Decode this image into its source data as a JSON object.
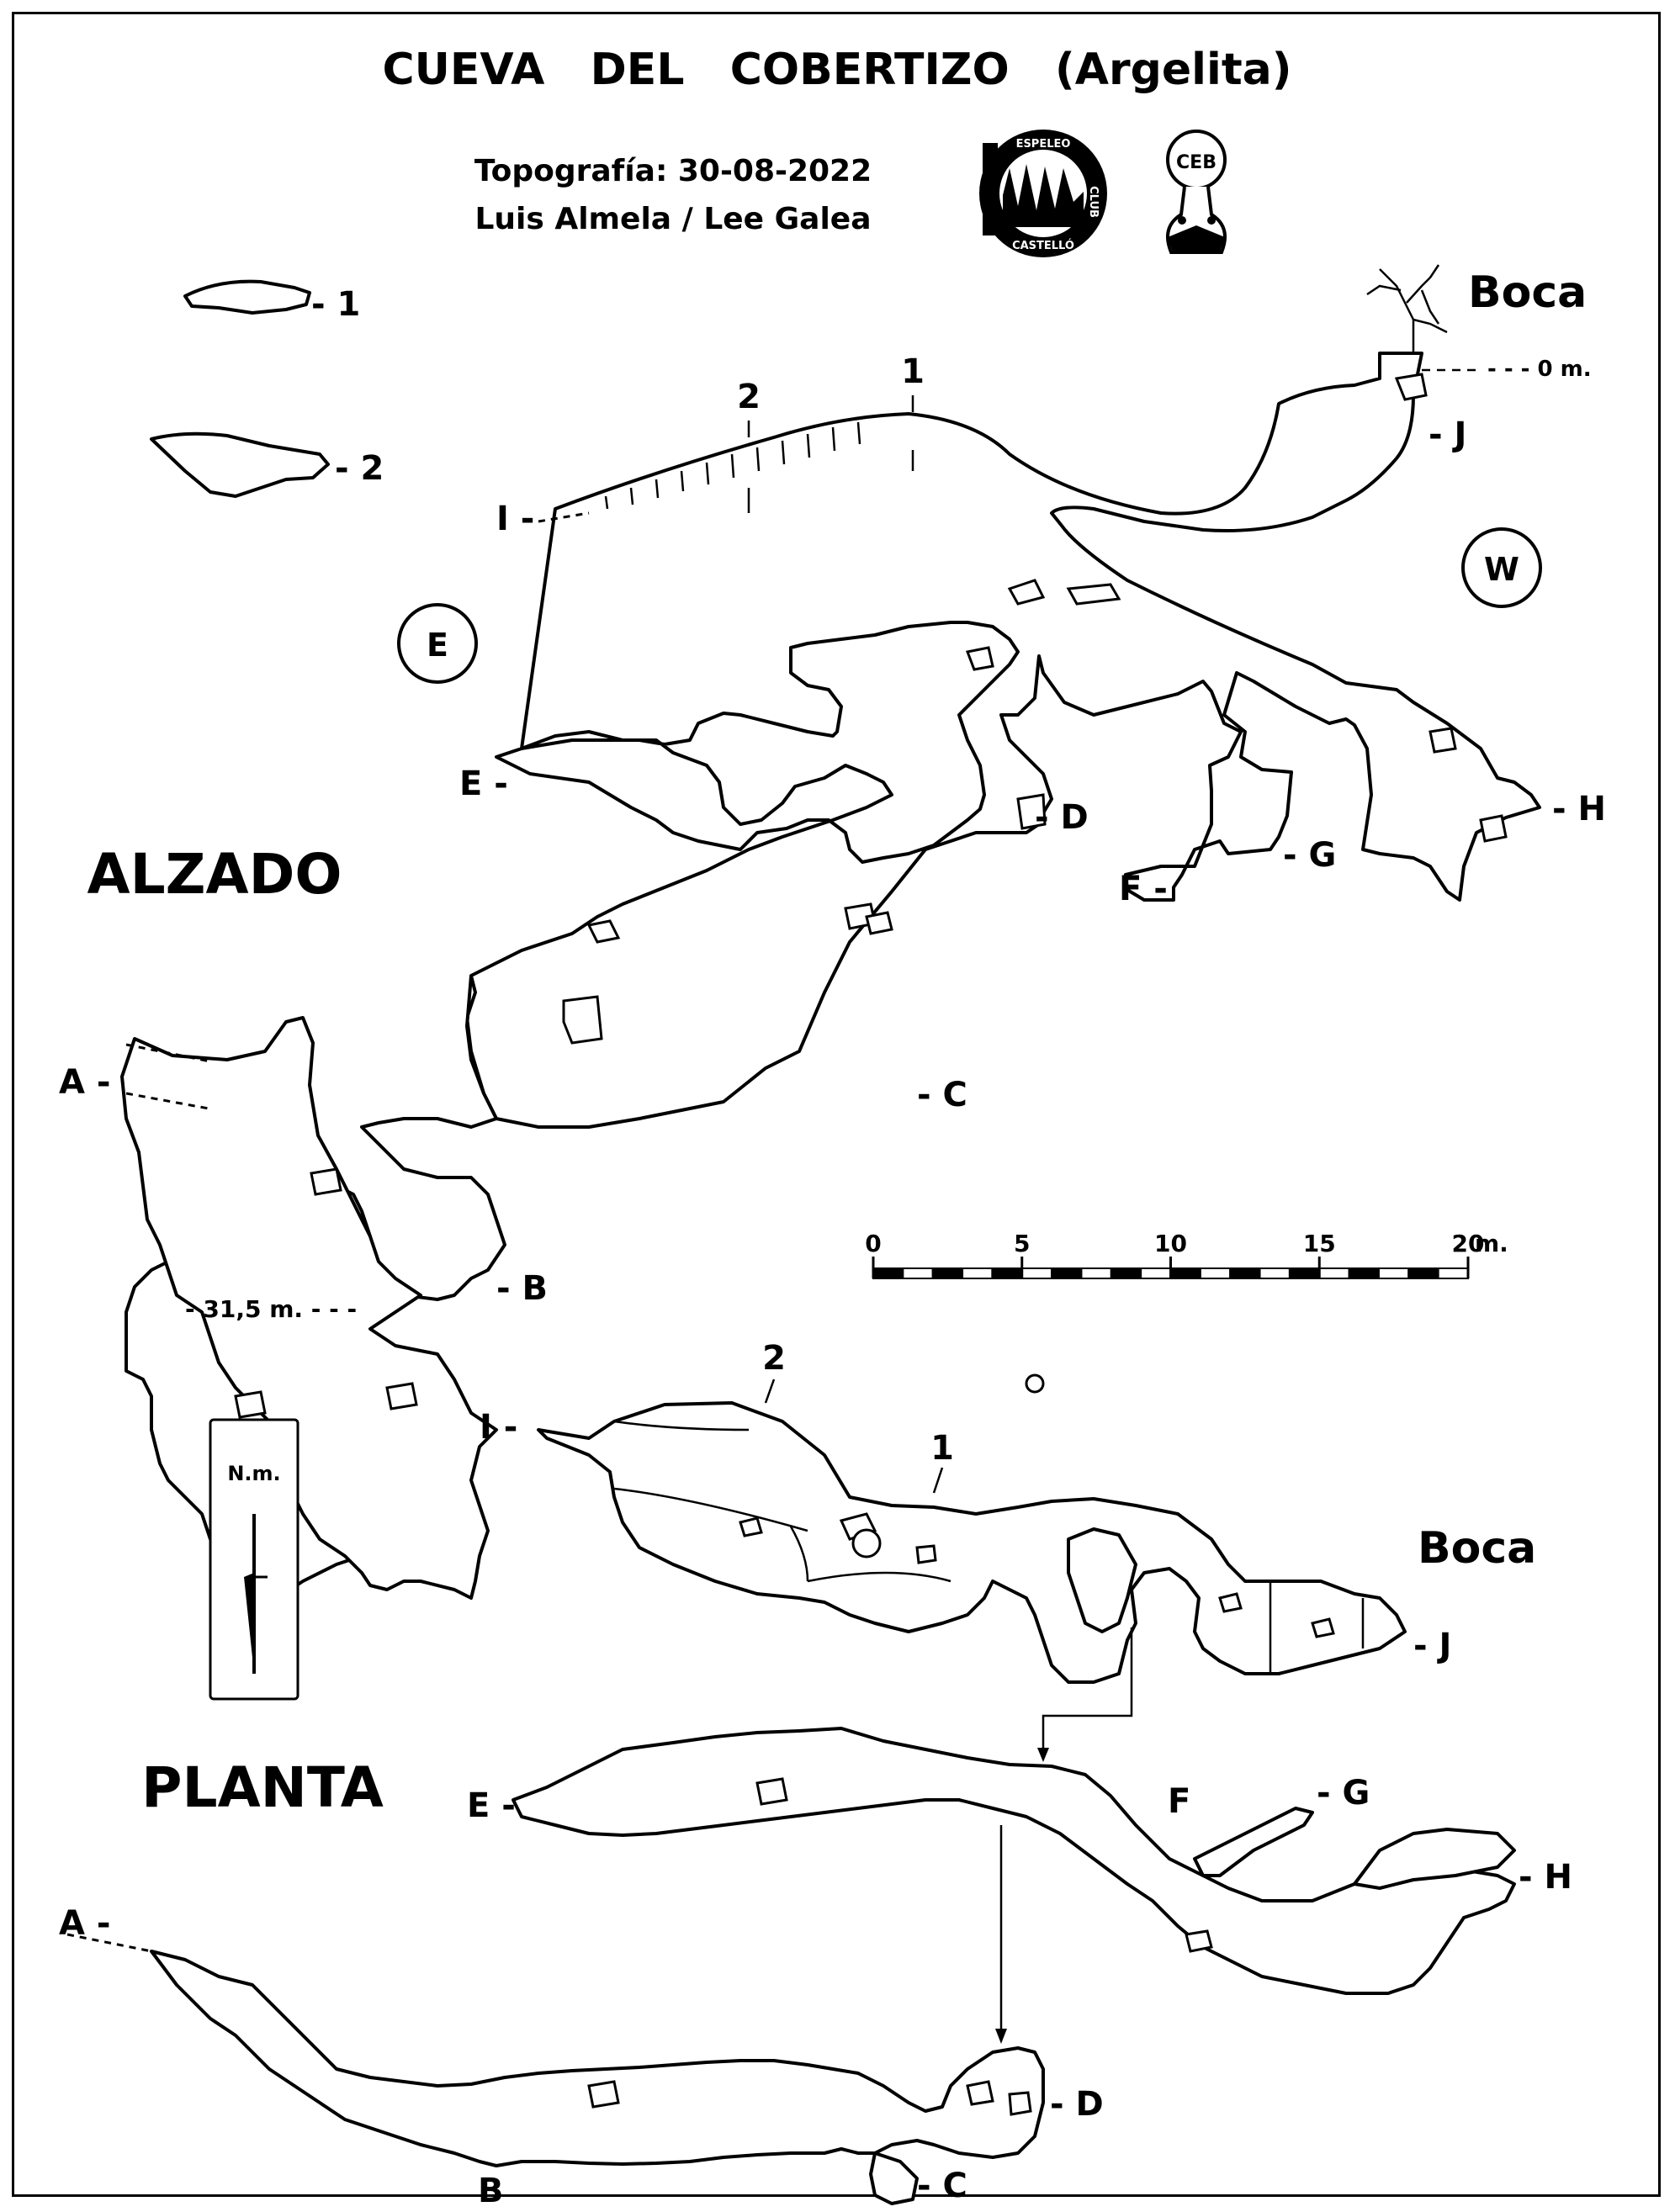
{
  "title": "CUEVA   DEL   COBERTIZO   (Argelita)",
  "survey": {
    "date_line": "Topografía: 30-08-2022",
    "authors_line": "Luis Almela / Lee Galea"
  },
  "logos": {
    "logo_left_icon": "espeleo-club-castello-logo-icon",
    "logo_right_icon": "ceb-club-logo-icon",
    "logo_left_text": [
      "ESPELEO",
      "CLUB",
      "CASTELLÓ"
    ],
    "logo_right_text": "CEB"
  },
  "sections": {
    "elevation_title": "ALZADO",
    "plan_title": "PLANTA"
  },
  "orientation": {
    "east": "E",
    "west": "W",
    "north_label": "N.m."
  },
  "elevation_labels": {
    "entrance": "Boca",
    "datum": "- - - 0 m.",
    "depth": "- 31,5 m. - - -",
    "cross_section_1": "1",
    "cross_section_2": "2",
    "points": {
      "A": "A -",
      "B": "- B",
      "C": "- C",
      "D": "- D",
      "E": "E -",
      "F": "F -",
      "G": "- G",
      "H": "- H",
      "I": "I -",
      "J": "- J"
    },
    "side_section_1": "- 1",
    "side_section_2": "- 2"
  },
  "plan_labels": {
    "entrance": "Boca",
    "cross_section_1": "1",
    "cross_section_2": "2",
    "points": {
      "A": "A -",
      "B": "B",
      "C": "- C",
      "D": "- D",
      "E": "E -",
      "F": "F",
      "G": "- G",
      "H": "- H",
      "I": "I -",
      "J": "- J"
    }
  },
  "scale_bar": {
    "ticks": [
      "0",
      "5",
      "10",
      "15",
      "20"
    ],
    "unit": "m.",
    "max_m": 20
  }
}
